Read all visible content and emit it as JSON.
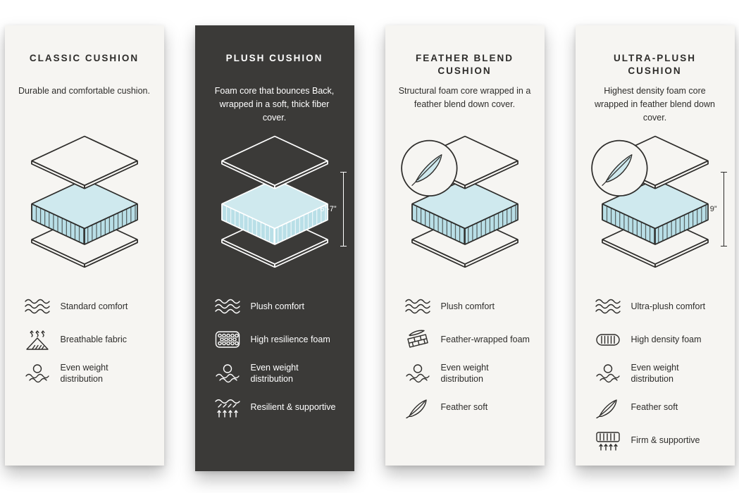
{
  "page": {
    "background": "#ffffff"
  },
  "colors": {
    "card_light_bg": "#f6f5f2",
    "card_dark_bg": "#3b3a38",
    "line_on_light": "#2e2d2b",
    "line_on_dark": "#ffffff",
    "foam_top": "#cfe9ee",
    "foam_side": "#b9dfe7"
  },
  "cards": [
    {
      "title": "CLASSIC CUSHION",
      "description": "Durable and comfortable cushion.",
      "theme": "light",
      "illustration": {
        "layers": [
          "top-cover",
          "foam-core",
          "bottom-cover"
        ]
      },
      "features": [
        {
          "icon": "waves-icon",
          "label": "Standard comfort"
        },
        {
          "icon": "breathable-fabric-icon",
          "label": "Breathable fabric"
        },
        {
          "icon": "even-weight-icon",
          "label": "Even weight distribution"
        }
      ]
    },
    {
      "title": "PLUSH CUSHION",
      "description": "Foam core that bounces Back, wrapped in a soft, thick fiber cover.",
      "theme": "dark",
      "measurement": "6”-7”",
      "illustration": {
        "layers": [
          "top-cover",
          "foam-core",
          "bottom-cover"
        ]
      },
      "features": [
        {
          "icon": "waves-icon",
          "label": "Plush comfort"
        },
        {
          "icon": "resilience-foam-icon",
          "label": "High resilience foam"
        },
        {
          "icon": "even-weight-icon",
          "label": "Even weight distribution"
        },
        {
          "icon": "resilient-supportive-icon",
          "label": "Resilient & supportive"
        }
      ]
    },
    {
      "title": "FEATHER BLEND CUSHION",
      "description": "Structural foam core wrapped in a feather blend down cover.",
      "theme": "light",
      "callout": "feather",
      "illustration": {
        "layers": [
          "top-cover",
          "foam-core",
          "bottom-cover"
        ]
      },
      "features": [
        {
          "icon": "waves-icon",
          "label": "Plush comfort"
        },
        {
          "icon": "feather-foam-icon",
          "label": "Feather-wrapped foam"
        },
        {
          "icon": "even-weight-icon",
          "label": "Even weight distribution"
        },
        {
          "icon": "feather-icon",
          "label": "Feather soft"
        }
      ]
    },
    {
      "title": "ULTRA-PLUSH CUSHION",
      "description": "Highest density foam core wrapped in feather blend down cover.",
      "theme": "light",
      "callout": "feather",
      "measurement": "9”",
      "illustration": {
        "layers": [
          "top-cover",
          "foam-core",
          "bottom-cover"
        ]
      },
      "features": [
        {
          "icon": "waves-icon",
          "label": "Ultra-plush comfort"
        },
        {
          "icon": "density-foam-icon",
          "label": "High density foam"
        },
        {
          "icon": "even-weight-icon",
          "label": "Even weight distribution"
        },
        {
          "icon": "feather-icon",
          "label": "Feather soft"
        },
        {
          "icon": "firm-supportive-icon",
          "label": "Firm & supportive"
        }
      ]
    }
  ]
}
